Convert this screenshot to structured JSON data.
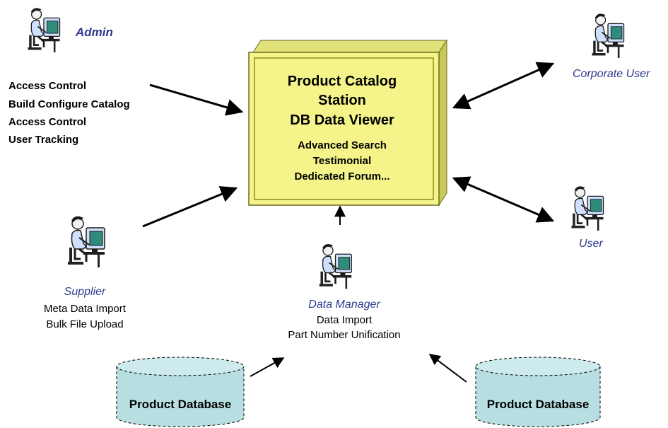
{
  "center_box": {
    "line1": "Product Catalog",
    "line2": "Station",
    "line3": "DB Data Viewer",
    "features": [
      "Advanced Search",
      "Testimonial",
      "Dedicated Forum..."
    ]
  },
  "admin": {
    "label": "Admin",
    "tasks": [
      "Access Control",
      "Build Configure Catalog",
      "Access Control",
      "User Tracking"
    ]
  },
  "corporate_user": {
    "label": "Corporate User"
  },
  "user": {
    "label": "User"
  },
  "supplier": {
    "label": "Supplier",
    "tasks": [
      "Meta Data Import",
      "Bulk File Upload"
    ]
  },
  "data_manager": {
    "label": "Data Manager",
    "tasks": [
      "Data Import",
      "Part Number Unification"
    ]
  },
  "databases": [
    {
      "label": "Product Database"
    },
    {
      "label": "Product Database"
    }
  ],
  "colors": {
    "box_fill": "#f4f48a",
    "box_side": "#c9c95a",
    "box_border": "#6b6b20",
    "db_fill": "#b7dfe2",
    "role_text": "#2e3a8c",
    "screen": "#2f8b7a"
  },
  "icons": [
    "person-at-computer-icon",
    "database-cylinder-icon"
  ]
}
